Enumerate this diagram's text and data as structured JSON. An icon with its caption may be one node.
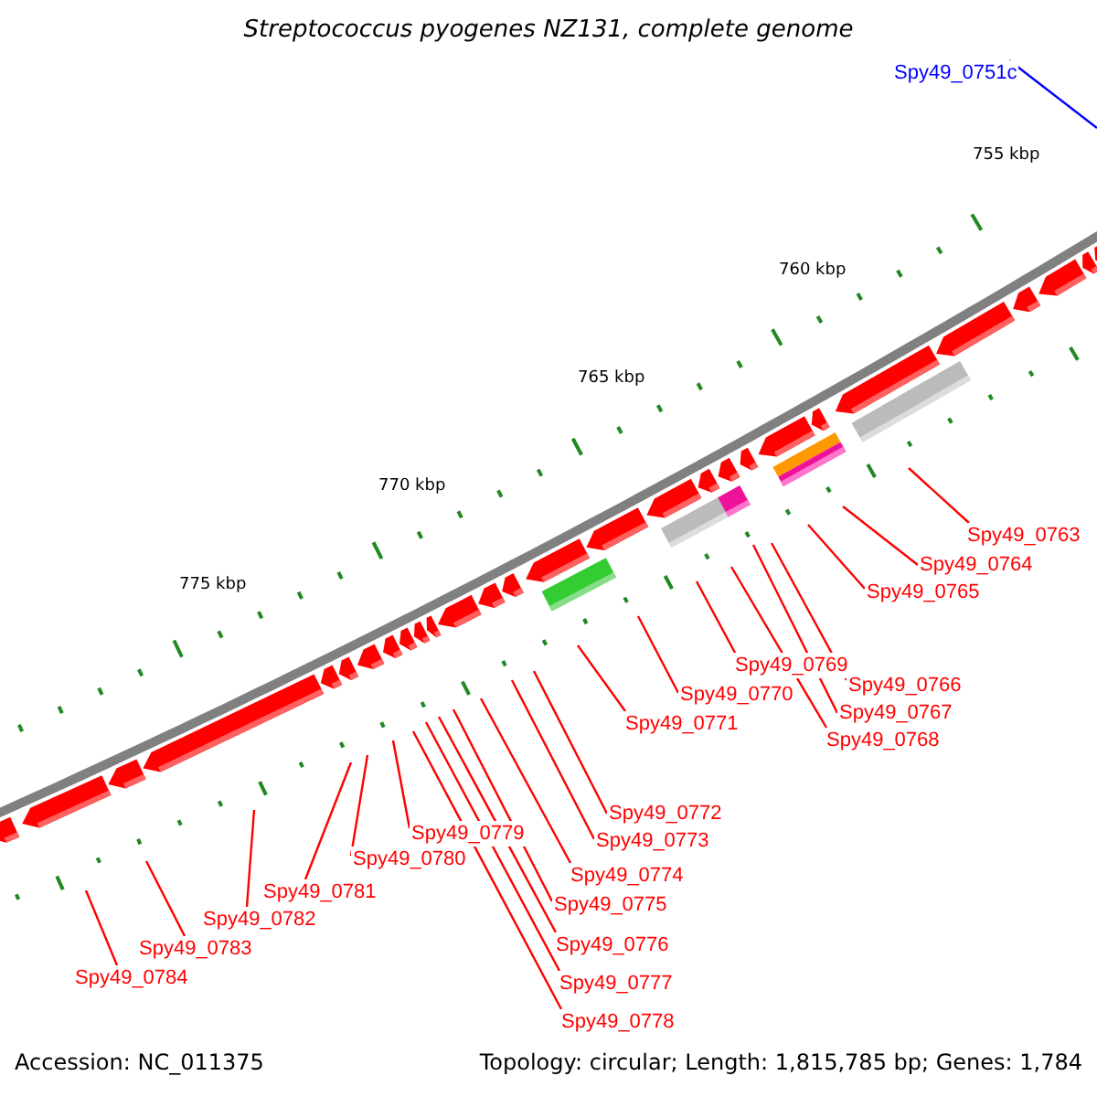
{
  "diagram": {
    "title": "Streptococcus pyogenes NZ131, complete genome",
    "nodes": [
      {
        "text": [
          "Spy49_0751c"
        ]
      },
      {
        "text": [
          "Spy49_0763"
        ]
      },
      {
        "text": [
          "Spy49_0764"
        ]
      },
      {
        "text": [
          "Spy49_0765"
        ]
      },
      {
        "text": [
          "Spy49_0766"
        ]
      },
      {
        "text": [
          "Spy49_0767"
        ]
      },
      {
        "text": [
          "Spy49_0768"
        ]
      },
      {
        "text": [
          "Spy49_0769"
        ]
      },
      {
        "text": [
          "Spy49_0770"
        ]
      },
      {
        "text": [
          "Spy49_0771"
        ]
      },
      {
        "text": [
          "Spy49_0772"
        ]
      },
      {
        "text": [
          "Spy49_0773"
        ]
      },
      {
        "text": [
          "Spy49_0774"
        ]
      },
      {
        "text": [
          "Spy49_0775"
        ]
      },
      {
        "text": [
          "Spy49_0776"
        ]
      },
      {
        "text": [
          "Spy49_0777"
        ]
      },
      {
        "text": [
          "Spy49_0778"
        ]
      },
      {
        "text": [
          "Spy49_0779"
        ]
      },
      {
        "text": [
          "Spy49_0780"
        ]
      },
      {
        "text": [
          "Spy49_0781"
        ]
      },
      {
        "text": [
          "Spy49_0782"
        ]
      },
      {
        "text": [
          "Spy49_0783"
        ]
      },
      {
        "text": [
          "Spy49_0784"
        ]
      }
    ],
    "edges": [
      {
        "from": 0,
        "to": null,
        "arrow": "none",
        "color": "#0000ff"
      },
      {
        "from": 1,
        "to": null,
        "arrow": "none"
      },
      {
        "from": 2,
        "to": null,
        "arrow": "none"
      },
      {
        "from": 3,
        "to": null,
        "arrow": "none"
      },
      {
        "from": 4,
        "to": null,
        "arrow": "none"
      },
      {
        "from": 5,
        "to": null,
        "arrow": "none"
      },
      {
        "from": 6,
        "to": null,
        "arrow": "none"
      },
      {
        "from": 7,
        "to": null,
        "arrow": "none"
      },
      {
        "from": 8,
        "to": null,
        "arrow": "none"
      },
      {
        "from": 9,
        "to": null,
        "arrow": "none"
      },
      {
        "from": 10,
        "to": null,
        "arrow": "none"
      },
      {
        "from": 11,
        "to": null,
        "arrow": "none"
      },
      {
        "from": 12,
        "to": null,
        "arrow": "none"
      },
      {
        "from": 13,
        "to": null,
        "arrow": "none"
      },
      {
        "from": 14,
        "to": null,
        "arrow": "none"
      },
      {
        "from": 15,
        "to": null,
        "arrow": "none"
      },
      {
        "from": 16,
        "to": null,
        "arrow": "none"
      },
      {
        "from": 17,
        "to": null,
        "arrow": "none"
      },
      {
        "from": 18,
        "to": null,
        "arrow": "none"
      },
      {
        "from": 19,
        "to": null,
        "arrow": "none"
      },
      {
        "from": 20,
        "to": null,
        "arrow": "none"
      },
      {
        "from": 21,
        "to": null,
        "arrow": "none"
      },
      {
        "from": 22,
        "to": null,
        "arrow": "none"
      }
    ],
    "labels": [
      "755 kbp",
      "760 kbp",
      "765 kbp",
      "770 kbp",
      "775 kbp",
      "Accession: NC_011375",
      "Topology: circular; Length: 1,815,785 bp; Genes: 1,784"
    ]
  }
}
